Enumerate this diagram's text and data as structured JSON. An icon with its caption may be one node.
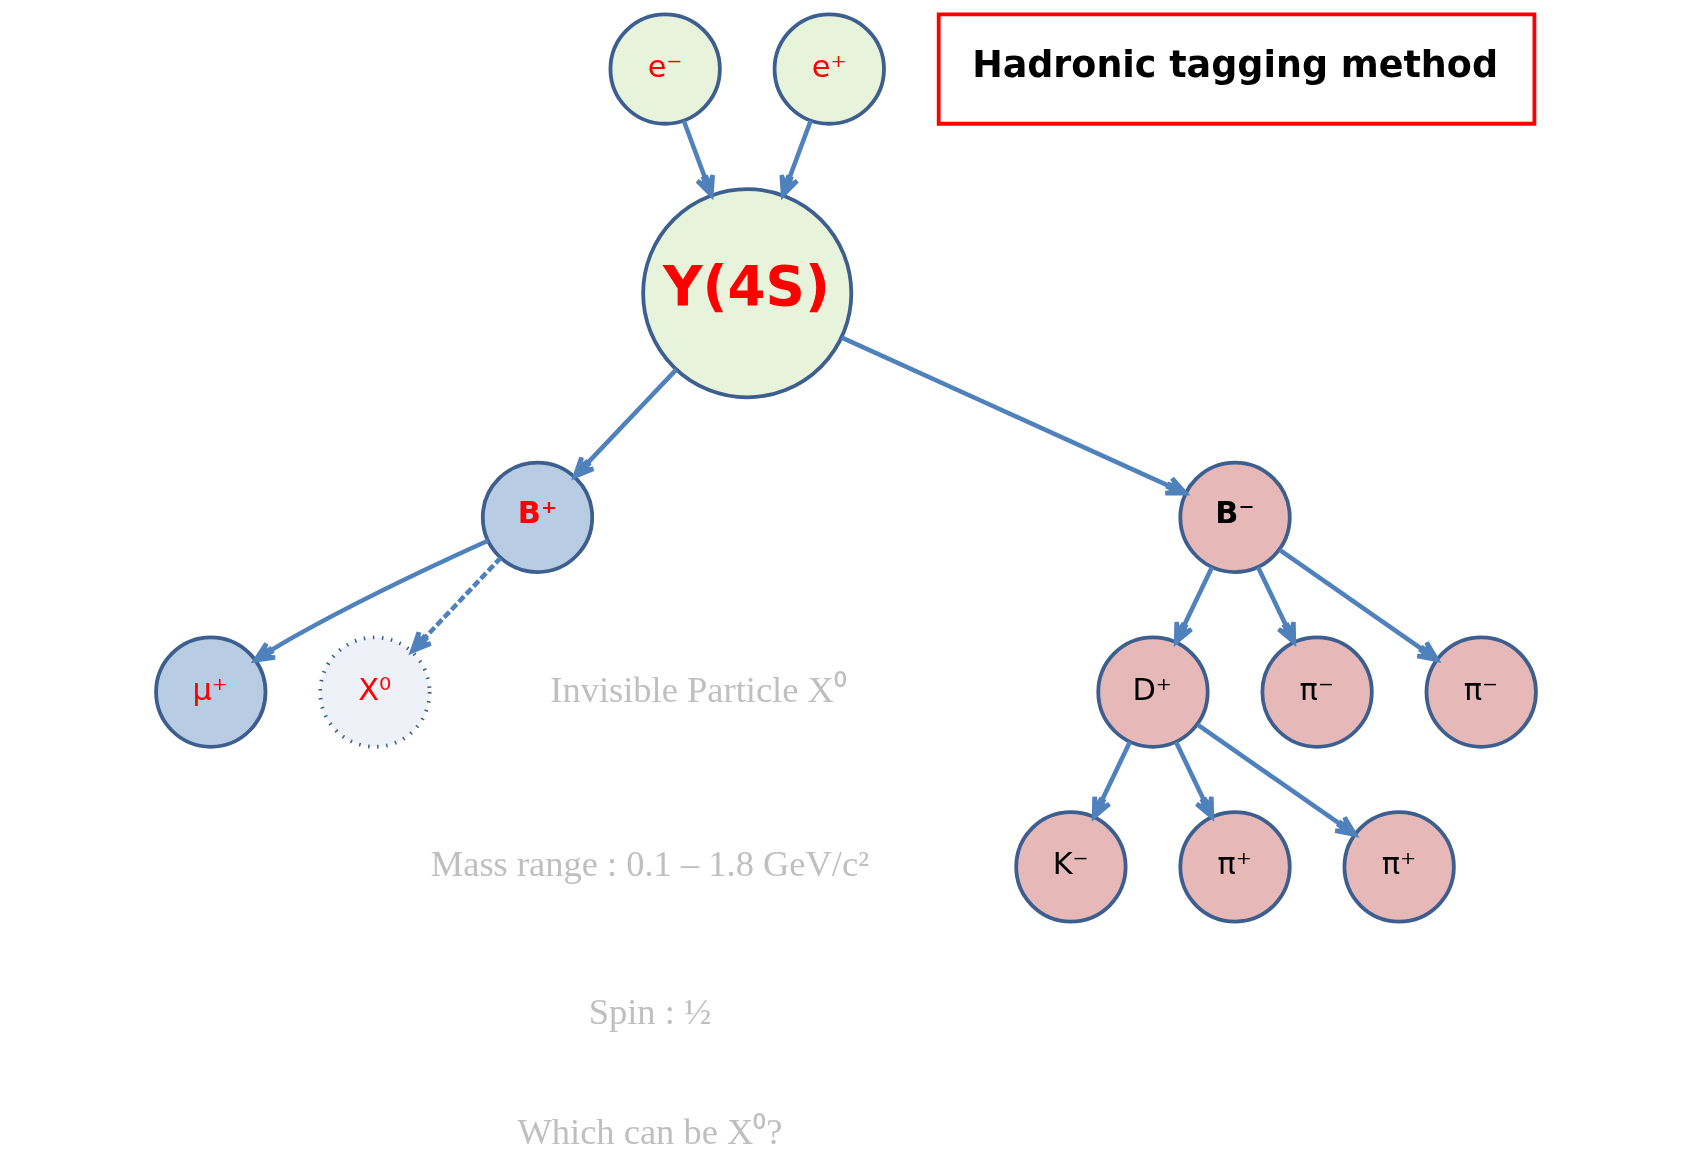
{
  "diagram": {
    "nodes": [
      {
        "text": [
          "e⁻"
        ]
      },
      {
        "text": [
          "μ⁺"
        ]
      },
      {
        "text": [
          "K⁻"
        ]
      },
      {
        "text": [
          "π⁺"
        ]
      },
      {
        "text": [
          "X⁰"
        ]
      },
      {
        "text": [
          "B⁺"
        ]
      },
      {
        "text": [
          "D⁺"
        ]
      },
      {
        "text": [
          "Υ(4S)"
        ]
      },
      {
        "text": [
          "π⁺"
        ]
      },
      {
        "text": [
          "B⁻"
        ]
      },
      {
        "text": [
          "π⁻"
        ]
      },
      {
        "text": [
          "π⁻"
        ]
      },
      {
        "text": [
          "e⁺"
        ]
      },
      {
        "text": [
          "Hadronic tagging method"
        ]
      }
    ],
    "edges": [
      {
        "from": 0,
        "to": 7,
        "arrow": "to"
      },
      {
        "from": 12,
        "to": 7,
        "arrow": "to"
      },
      {
        "from": 7,
        "to": 5,
        "arrow": "to"
      },
      {
        "from": 7,
        "to": 9,
        "arrow": "to"
      },
      {
        "from": 5,
        "to": 1,
        "arrow": "to"
      },
      {
        "from": 5,
        "to": 4,
        "arrow": "to",
        "style": "dashed"
      },
      {
        "from": 9,
        "to": 6,
        "arrow": "to"
      },
      {
        "from": 9,
        "to": 10,
        "arrow": "to"
      },
      {
        "from": 9,
        "to": 11,
        "arrow": "to"
      },
      {
        "from": 6,
        "to": 2,
        "arrow": "to"
      },
      {
        "from": 6,
        "to": 3,
        "arrow": "to"
      },
      {
        "from": 6,
        "to": 8,
        "arrow": "to"
      }
    ],
    "labels": [
      "Invisible Particle X⁰",
      "Mass range : 0.1 – 1.8 GeV/c²",
      "Spin : ½",
      "Which can be X⁰?"
    ]
  }
}
